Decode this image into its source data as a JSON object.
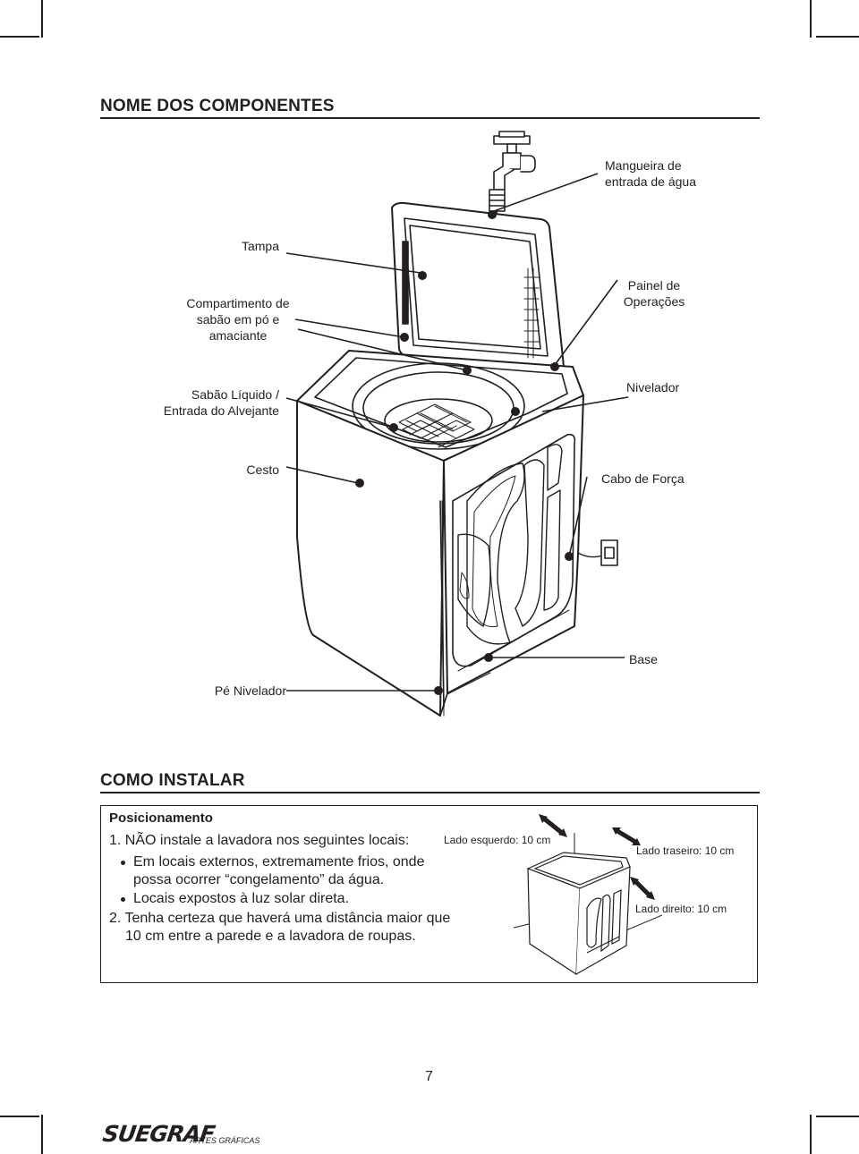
{
  "page": {
    "title_components": "NOME DOS COMPONENTES",
    "title_install": "COMO INSTALAR",
    "page_number": "7"
  },
  "callouts": {
    "hose": [
      "Mangueira de",
      "entrada de água"
    ],
    "lid": "Tampa",
    "powder": [
      "Compartimento de",
      "sabão em pó e",
      "amaciante"
    ],
    "panel": [
      "Painel de",
      "Operações"
    ],
    "liquid": [
      "Sabão Líquido /",
      "Entrada do Alvejante"
    ],
    "leveler": "Nivelador",
    "basket": "Cesto",
    "cord": "Cabo de Força",
    "base": "Base",
    "foot": "Pé Nivelador"
  },
  "install": {
    "subtitle": "Posicionamento",
    "step1": "1. NÃO instale a lavadora nos seguintes locais:",
    "bullet1_line1": "Em locais externos, extremamente frios, onde",
    "bullet1_line2": "possa ocorrer “congelamento” da água.",
    "bullet2": "Locais expostos à luz solar direta.",
    "step2_line1": "2. Tenha certeza que haverá uma distância maior que",
    "step2_line2": "10 cm entre a parede e a lavadora de roupas.",
    "clearance_left": "Lado esquerdo: 10 cm",
    "clearance_back": "Lado traseiro: 10 cm",
    "clearance_right": "Lado direito: 10 cm"
  },
  "footer": {
    "logo": "SUEGRAF",
    "logo_sub": "ARTES GRÁFICAS"
  }
}
